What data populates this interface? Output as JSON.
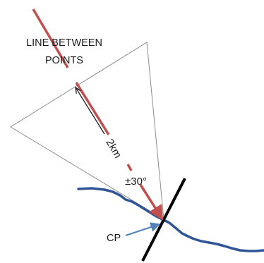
{
  "diagram": {
    "line_label": {
      "line1": "LINE BETWEEN",
      "line2": "POINTS"
    },
    "distance_label": "2km",
    "angle_label": "±30°",
    "point_label": "CP",
    "colors": {
      "survey_line": "#c0504d",
      "coastline": "#2f5597",
      "sector_outline": "#8c8c8c",
      "crossing_line": "#000000",
      "measure_arrow": "#1a1a1a",
      "cp_arrow": "#4f81bd"
    }
  }
}
